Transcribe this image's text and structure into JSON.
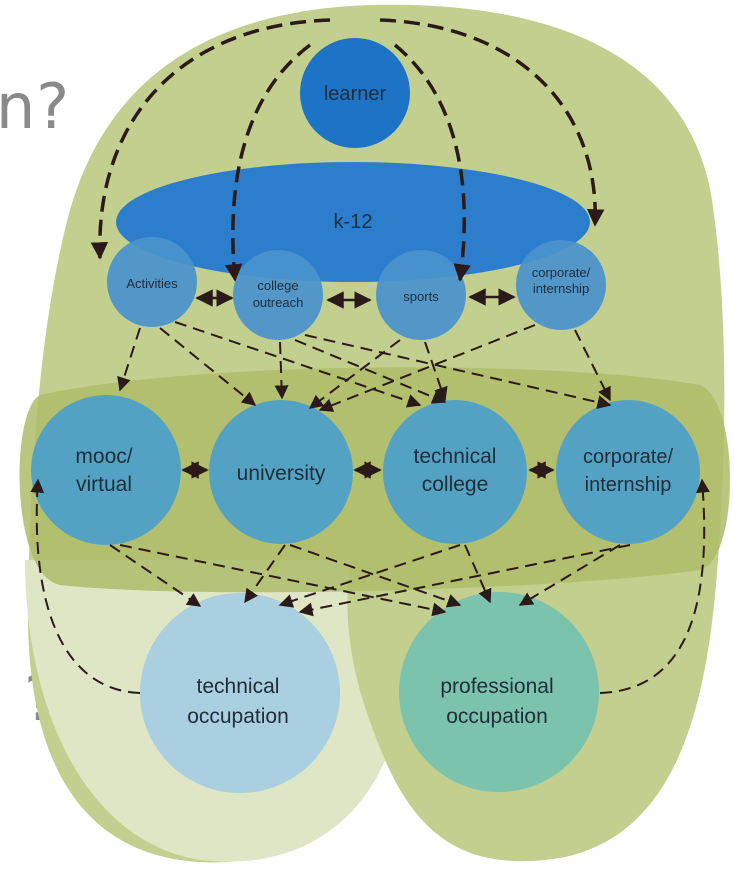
{
  "slide_edge_text": {
    "top_left": "n?",
    "bottom_left": "?"
  },
  "colors": {
    "outer_region": "#c2cf8e",
    "middle_band": "#aebc6a",
    "lower_left_region": "#dfe6c6",
    "learner_node": "#1d74c7",
    "k12_ellipse": "#2c7ecd",
    "small_nodes": "#4a93cd",
    "mid_nodes": "#53a2c4",
    "technical_occupation": "#a9cfe0",
    "professional_occupation": "#7cc3ad",
    "arrow": "#2a1a1a"
  },
  "nodes": {
    "learner": "learner",
    "k12": "k-12",
    "activities": "Activities",
    "college_outreach": [
      "college",
      "outreach"
    ],
    "sports": "sports",
    "corporate_small": [
      "corporate/",
      "internship"
    ],
    "mooc": [
      "mooc/",
      "virtual"
    ],
    "university": "university",
    "technical_college": [
      "technical",
      "college"
    ],
    "corporate_mid": [
      "corporate/",
      "internship"
    ],
    "technical_occupation": [
      "technical",
      "occupation"
    ],
    "professional_occupation": [
      "professional",
      "occupation"
    ]
  }
}
